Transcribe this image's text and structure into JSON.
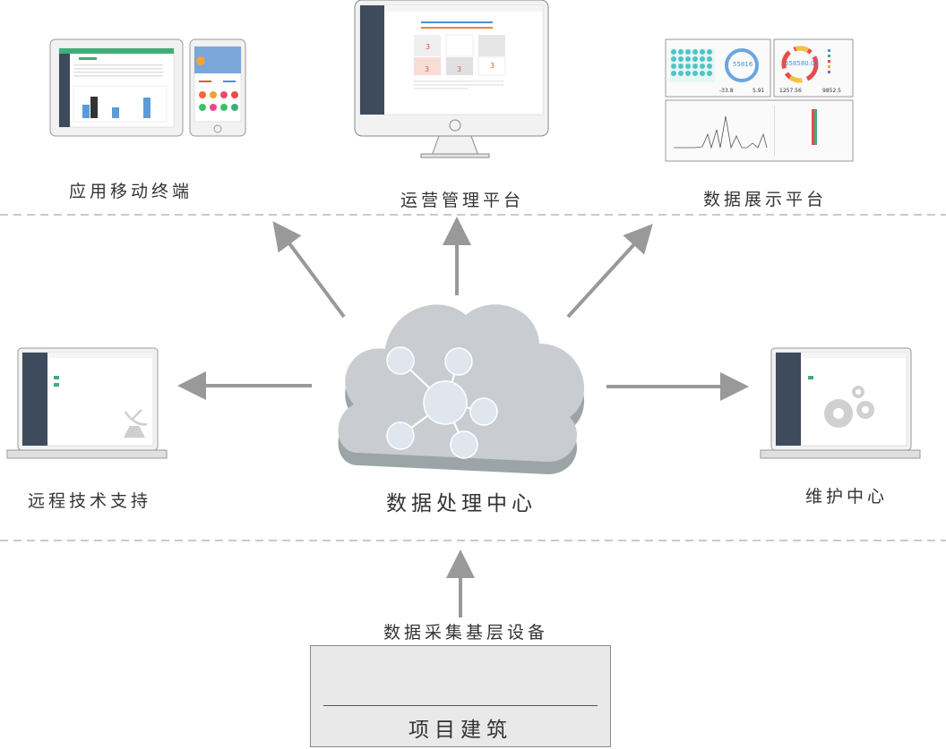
{
  "nodes": {
    "mobile": "应用移动终端",
    "ops": "运营管理平台",
    "display": "数据展示平台",
    "remote": "远程技术支持",
    "center": "数据处理中心",
    "maintenance": "维护中心",
    "collection": "数据采集基层设备",
    "building": "项目建筑"
  },
  "screens": {
    "display_value_1": "55816",
    "display_value_2": "558580.05",
    "display_value_3": "-33.8",
    "display_value_4": "5.91",
    "display_value_5": "1257.56",
    "display_value_6": "9852.5",
    "ops_value_1": "3",
    "ops_value_2": "3",
    "ops_value_3": "3",
    "ops_value_4": "3"
  },
  "colors": {
    "cloud": "#c9ccd0",
    "cloud_shadow": "#9ba5a7",
    "node": "#dfe6ee",
    "arrow": "#999999",
    "sidebar": "#3d4b5c",
    "green": "#3fae79"
  }
}
